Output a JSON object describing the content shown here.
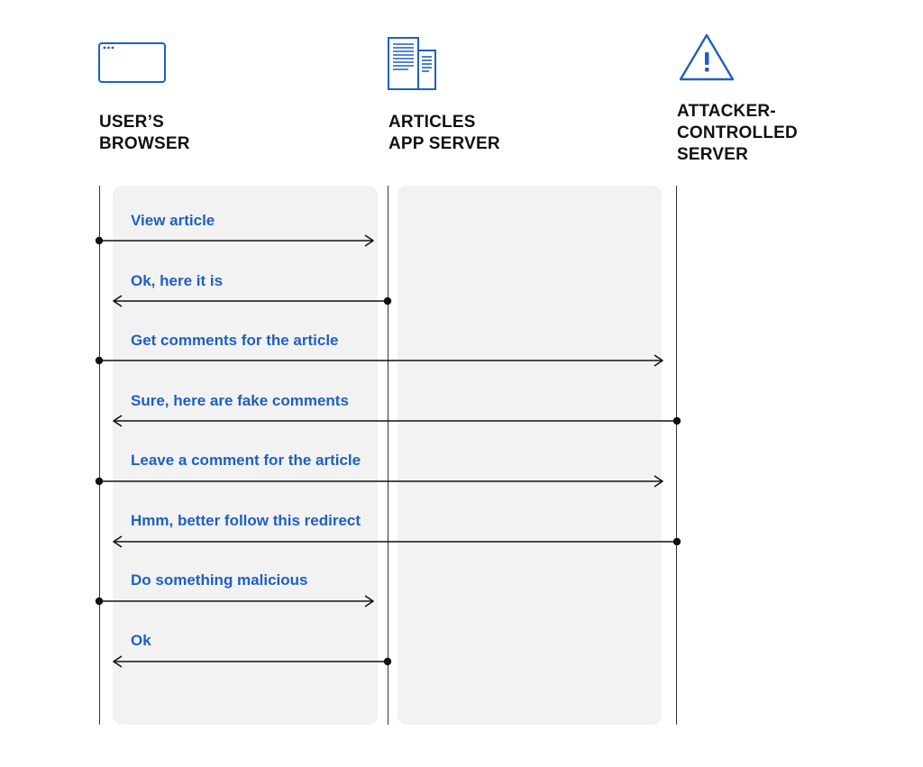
{
  "actors": [
    {
      "id": "browser",
      "label": "USER’S\nBROWSER",
      "icon": "browser-window-icon"
    },
    {
      "id": "app",
      "label": "ARTICLES\nAPP SERVER",
      "icon": "document-server-icon"
    },
    {
      "id": "attacker",
      "label": "ATTACKER-\nCONTROLLED\nSERVER",
      "icon": "warning-triangle-icon"
    }
  ],
  "messages": [
    {
      "label": "View article",
      "from": "browser",
      "to": "app"
    },
    {
      "label": "Ok, here it is",
      "from": "app",
      "to": "browser"
    },
    {
      "label": "Get comments for the article",
      "from": "browser",
      "to": "attacker"
    },
    {
      "label": "Sure, here are fake comments",
      "from": "attacker",
      "to": "browser"
    },
    {
      "label": "Leave a comment for the article",
      "from": "browser",
      "to": "attacker"
    },
    {
      "label": "Hmm, better follow this redirect",
      "from": "attacker",
      "to": "browser"
    },
    {
      "label": "Do something malicious",
      "from": "browser",
      "to": "app"
    },
    {
      "label": "Ok",
      "from": "app",
      "to": "browser"
    }
  ],
  "colors": {
    "accent": "#1f5fc3",
    "line": "#111111",
    "lane": "#f2f2f2"
  }
}
